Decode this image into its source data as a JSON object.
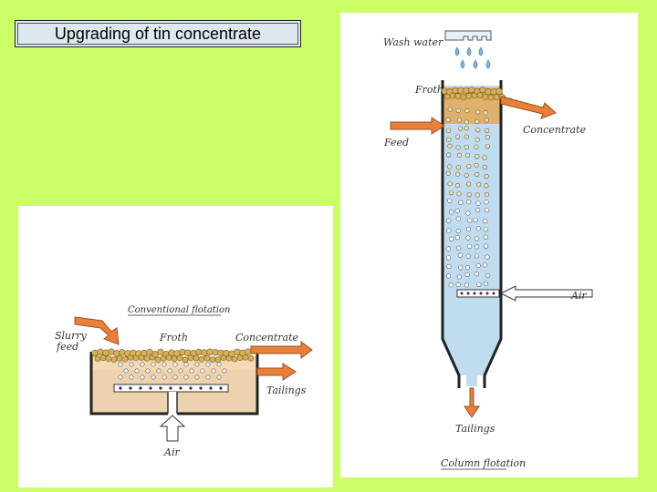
{
  "slide_title": "Upgrading of tin concentrate",
  "conventional": {
    "caption": "Conventional flotation",
    "slurry_feed": [
      "Slurry",
      "feed"
    ],
    "froth": "Froth",
    "concentrate": "Concentrate",
    "tailings": "Tailings",
    "air": "Air"
  },
  "column": {
    "wash_water": "Wash water",
    "froth": "Froth",
    "feed": "Feed",
    "concentrate": "Concentrate",
    "air": "Air",
    "tailings": "Tailings",
    "caption": "Column flotation"
  },
  "colors": {
    "background": "#ccff66",
    "title_box": "#dde9ef",
    "froth_bubble": "#d6b25a",
    "slurry": "#e8b075",
    "water": "#bfdcf0",
    "arrow": "#e8803a",
    "air_arrow": "#ffffff"
  }
}
